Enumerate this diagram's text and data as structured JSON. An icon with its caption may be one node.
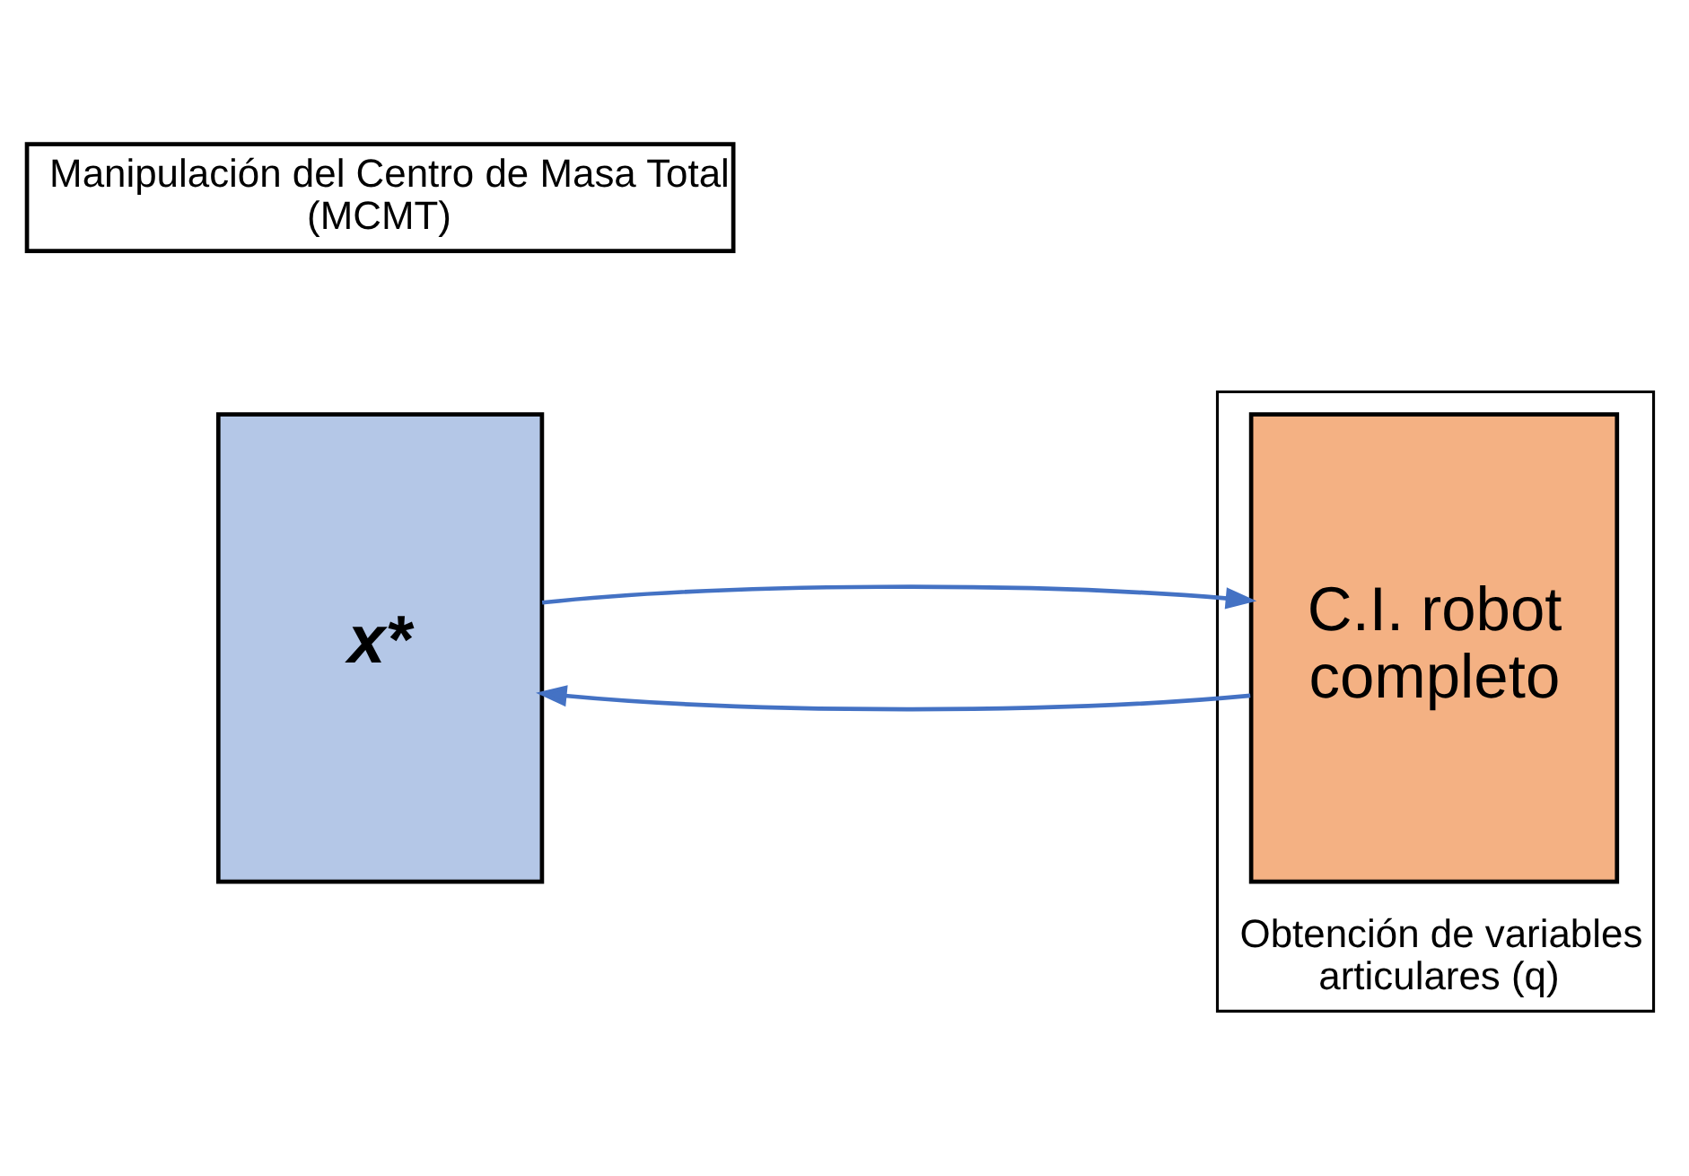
{
  "diagram": {
    "nodes": [
      {
        "text": [
          "Obtención de variables articulares (q)"
        ]
      },
      {
        "text": [
          "x*"
        ]
      },
      {
        "text": [
          "C.I. robot completo"
        ],
        "in": 0
      },
      {
        "text": [
          "Manipulación del Centro de Masa Total (MCMT)"
        ]
      }
    ],
    "edges": [
      {
        "from": 1,
        "to": 2,
        "arrow": "to",
        "color": "#4472c4"
      },
      {
        "from": 2,
        "to": 1,
        "arrow": "to",
        "color": "#4472c4"
      }
    ]
  }
}
